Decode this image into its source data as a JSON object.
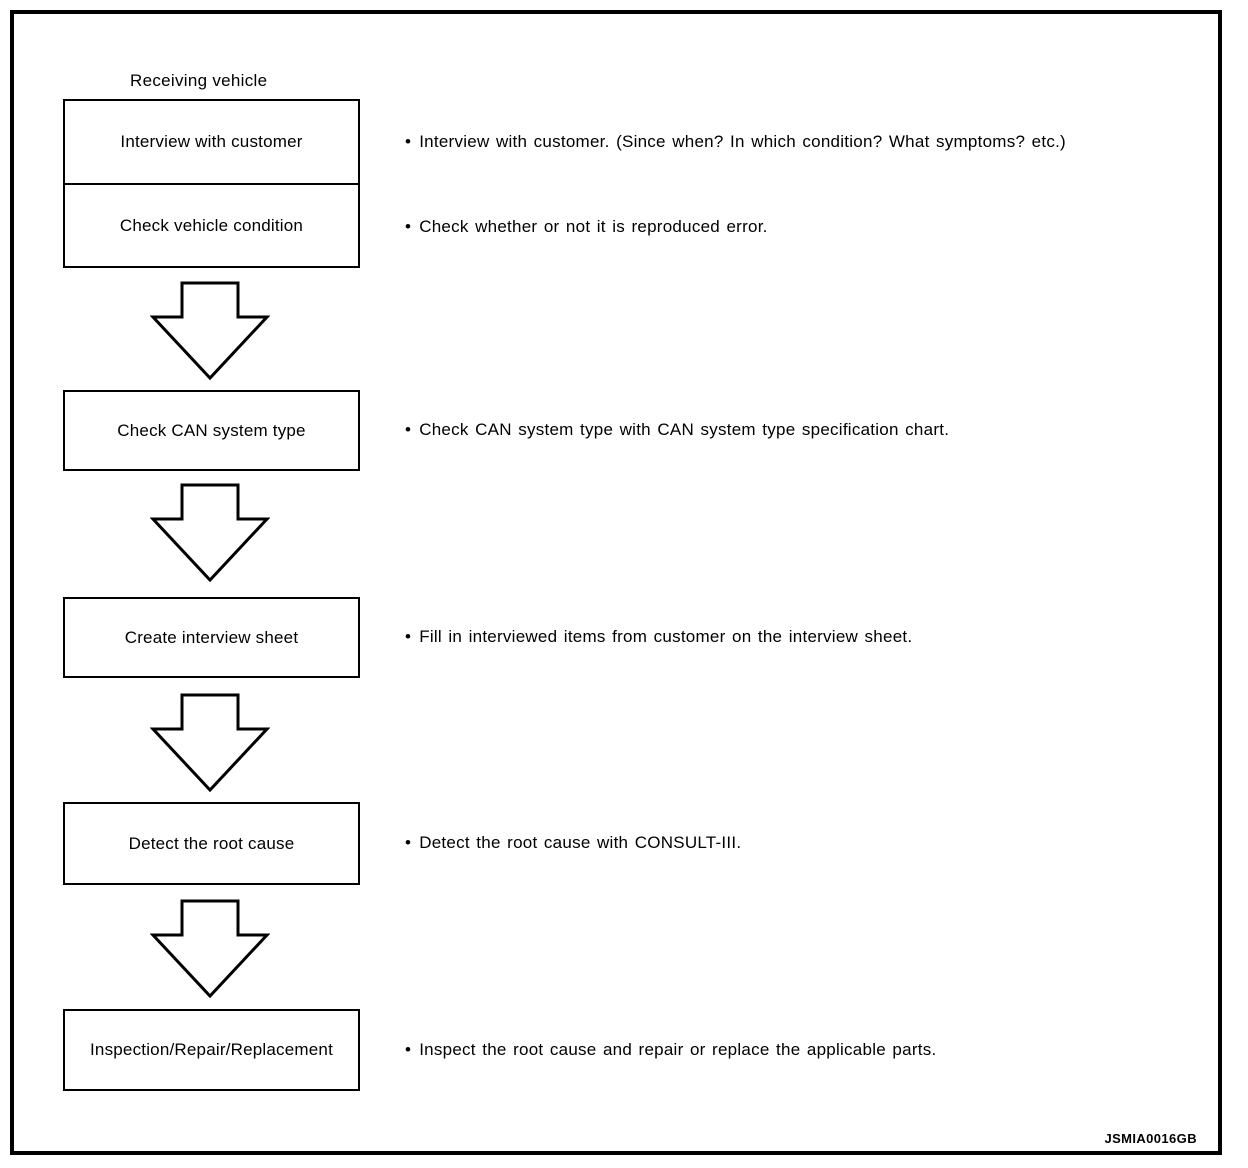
{
  "diagram": {
    "header_label": "Receiving vehicle",
    "bullet_char": "•",
    "steps": [
      {
        "box": "Interview with customer",
        "note": "Interview with customer. (Since when? In which condition? What symptoms? etc.)"
      },
      {
        "box": "Check vehicle condition",
        "note": "Check whether or not it is reproduced error."
      },
      {
        "box": "Check CAN system type",
        "note": "Check CAN system type with CAN system type specification chart."
      },
      {
        "box": "Create interview sheet",
        "note": "Fill in interviewed items from customer on the interview sheet."
      },
      {
        "box": "Detect the root cause",
        "note": "Detect the root cause with CONSULT-III."
      },
      {
        "box": "Inspection/Repair/Replacement",
        "note": "Inspect the root cause and repair or replace the applicable parts."
      }
    ],
    "figure_code": "JSMIA0016GB",
    "colors": {
      "line": "#000000",
      "background": "#ffffff"
    }
  }
}
